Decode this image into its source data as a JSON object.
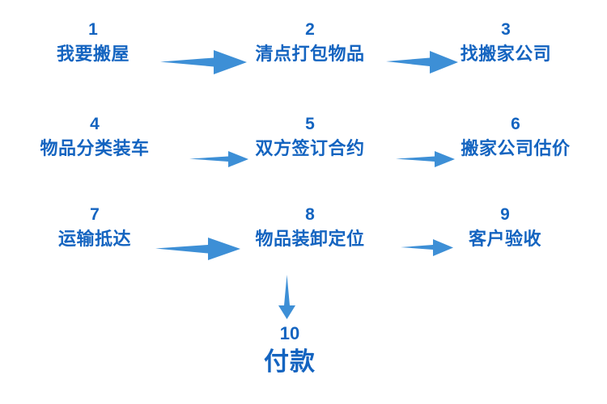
{
  "diagram": {
    "title_text": "",
    "accent_color": "#1464c0",
    "arrow_color": "#3d8fd6",
    "background_color": "#ffffff",
    "steps": [
      {
        "number": "1",
        "label": "我要搬屋"
      },
      {
        "number": "2",
        "label": "清点打包物品"
      },
      {
        "number": "3",
        "label": "找搬家公司"
      },
      {
        "number": "4",
        "label": "物品分类装车"
      },
      {
        "number": "5",
        "label": "双方签订合约"
      },
      {
        "number": "6",
        "label": "搬家公司估价"
      },
      {
        "number": "7",
        "label": "运输抵达"
      },
      {
        "number": "8",
        "label": "物品装卸定位"
      },
      {
        "number": "9",
        "label": "客户验收"
      },
      {
        "number": "10",
        "label": "付款"
      }
    ],
    "connectors": [
      {
        "name": "arrow-1-to-2",
        "direction": "right"
      },
      {
        "name": "arrow-2-to-3",
        "direction": "right"
      },
      {
        "name": "arrow-4-to-5",
        "direction": "right"
      },
      {
        "name": "arrow-5-to-6",
        "direction": "right"
      },
      {
        "name": "arrow-7-to-8",
        "direction": "right"
      },
      {
        "name": "arrow-8-to-9",
        "direction": "right"
      },
      {
        "name": "arrow-8-to-10",
        "direction": "down"
      }
    ]
  }
}
